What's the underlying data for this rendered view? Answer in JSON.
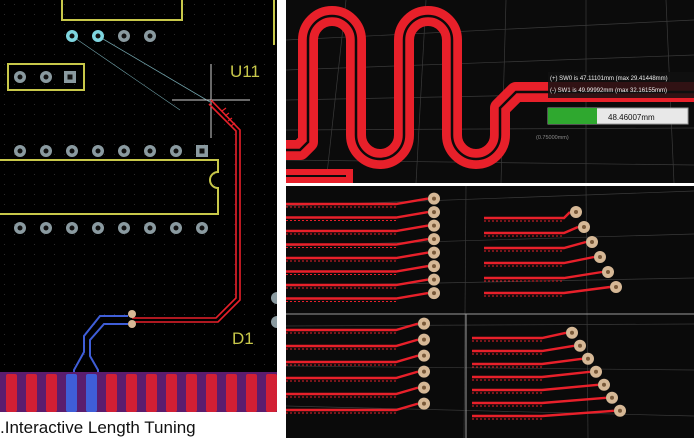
{
  "caption": ".Interactive Length Tuning",
  "pcb_left": {
    "designator_u": "U11",
    "designator_d": "D1"
  },
  "tuning_panel": {
    "status_line_1": "(+) SW0 is 47.11101mm (max 29.41448mm)",
    "status_line_2": "(-) SW1 is 49.99992mm (max 32.16155mm)",
    "length_value": "48.46007mm",
    "length_progress": 0.35,
    "scale_label": "(0.75000mm)"
  },
  "colors": {
    "trace_red": "#e8202a",
    "silkscreen_yellow": "#c8c84a",
    "pad_gray": "#8a9aa0",
    "pad_tan": "#d6b896",
    "blue_trace": "#3f5ed8",
    "bottom_purple": "#5b1d6e"
  }
}
